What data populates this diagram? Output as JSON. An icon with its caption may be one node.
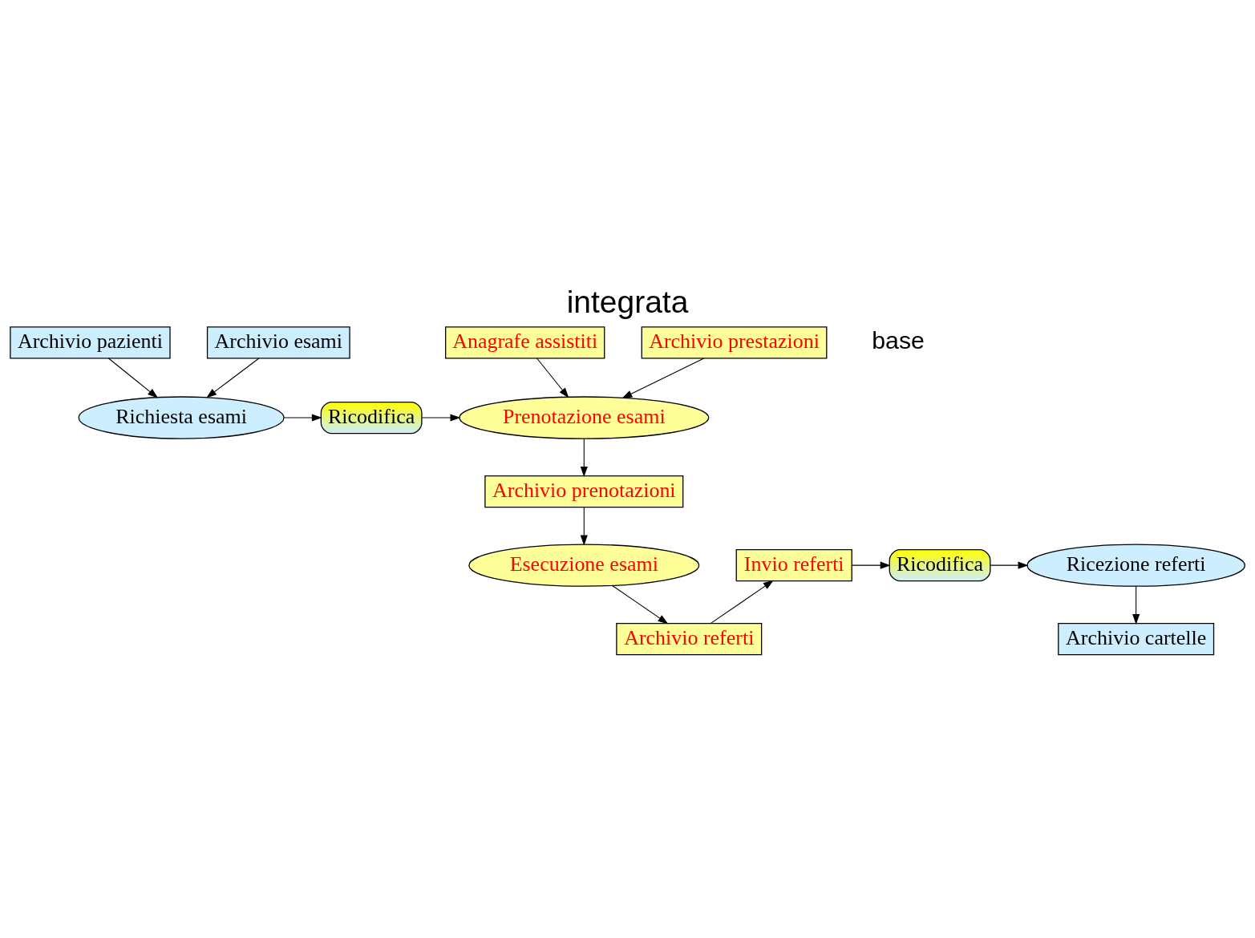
{
  "diagram": {
    "title": "integrata",
    "nodes": [
      {
        "text": [
          "Anagrafe assistiti"
        ]
      },
      {
        "text": [
          "Archivio prestazioni"
        ]
      },
      {
        "text": [
          "Archivio pazienti"
        ]
      },
      {
        "text": [
          "Archivio esami"
        ]
      },
      {
        "text": [
          "Prenotazione esami"
        ]
      },
      {
        "text": [
          "Ricodifica"
        ]
      },
      {
        "text": [
          "Richiesta esami"
        ]
      },
      {
        "text": [
          "Archivio prenotazioni"
        ]
      },
      {
        "text": [
          "Esecuzione esami"
        ]
      },
      {
        "text": [
          "Invio referti"
        ]
      },
      {
        "text": [
          "Ricodifica"
        ]
      },
      {
        "text": [
          "Ricezione referti"
        ]
      },
      {
        "text": [
          "Archivio referti"
        ]
      },
      {
        "text": [
          "Archivio cartelle"
        ]
      }
    ],
    "edges": [
      {
        "from": 0,
        "to": 4,
        "arrow": "to"
      },
      {
        "from": 1,
        "to": 4,
        "arrow": "to"
      },
      {
        "from": 3,
        "to": 6,
        "arrow": "to"
      },
      {
        "from": 2,
        "to": 6,
        "arrow": "to"
      },
      {
        "from": 6,
        "to": 5,
        "arrow": "to"
      },
      {
        "from": 5,
        "to": 4,
        "arrow": "to"
      },
      {
        "from": 4,
        "to": 7,
        "arrow": "to"
      },
      {
        "from": 7,
        "to": 8,
        "arrow": "to"
      },
      {
        "from": 8,
        "to": 12,
        "arrow": "to"
      },
      {
        "from": 12,
        "to": 9,
        "arrow": "to"
      },
      {
        "from": 9,
        "to": 10,
        "arrow": "to"
      },
      {
        "from": 10,
        "to": 11,
        "arrow": "to"
      },
      {
        "from": 11,
        "to": 13,
        "arrow": "to"
      }
    ],
    "labels": [
      "base"
    ]
  }
}
